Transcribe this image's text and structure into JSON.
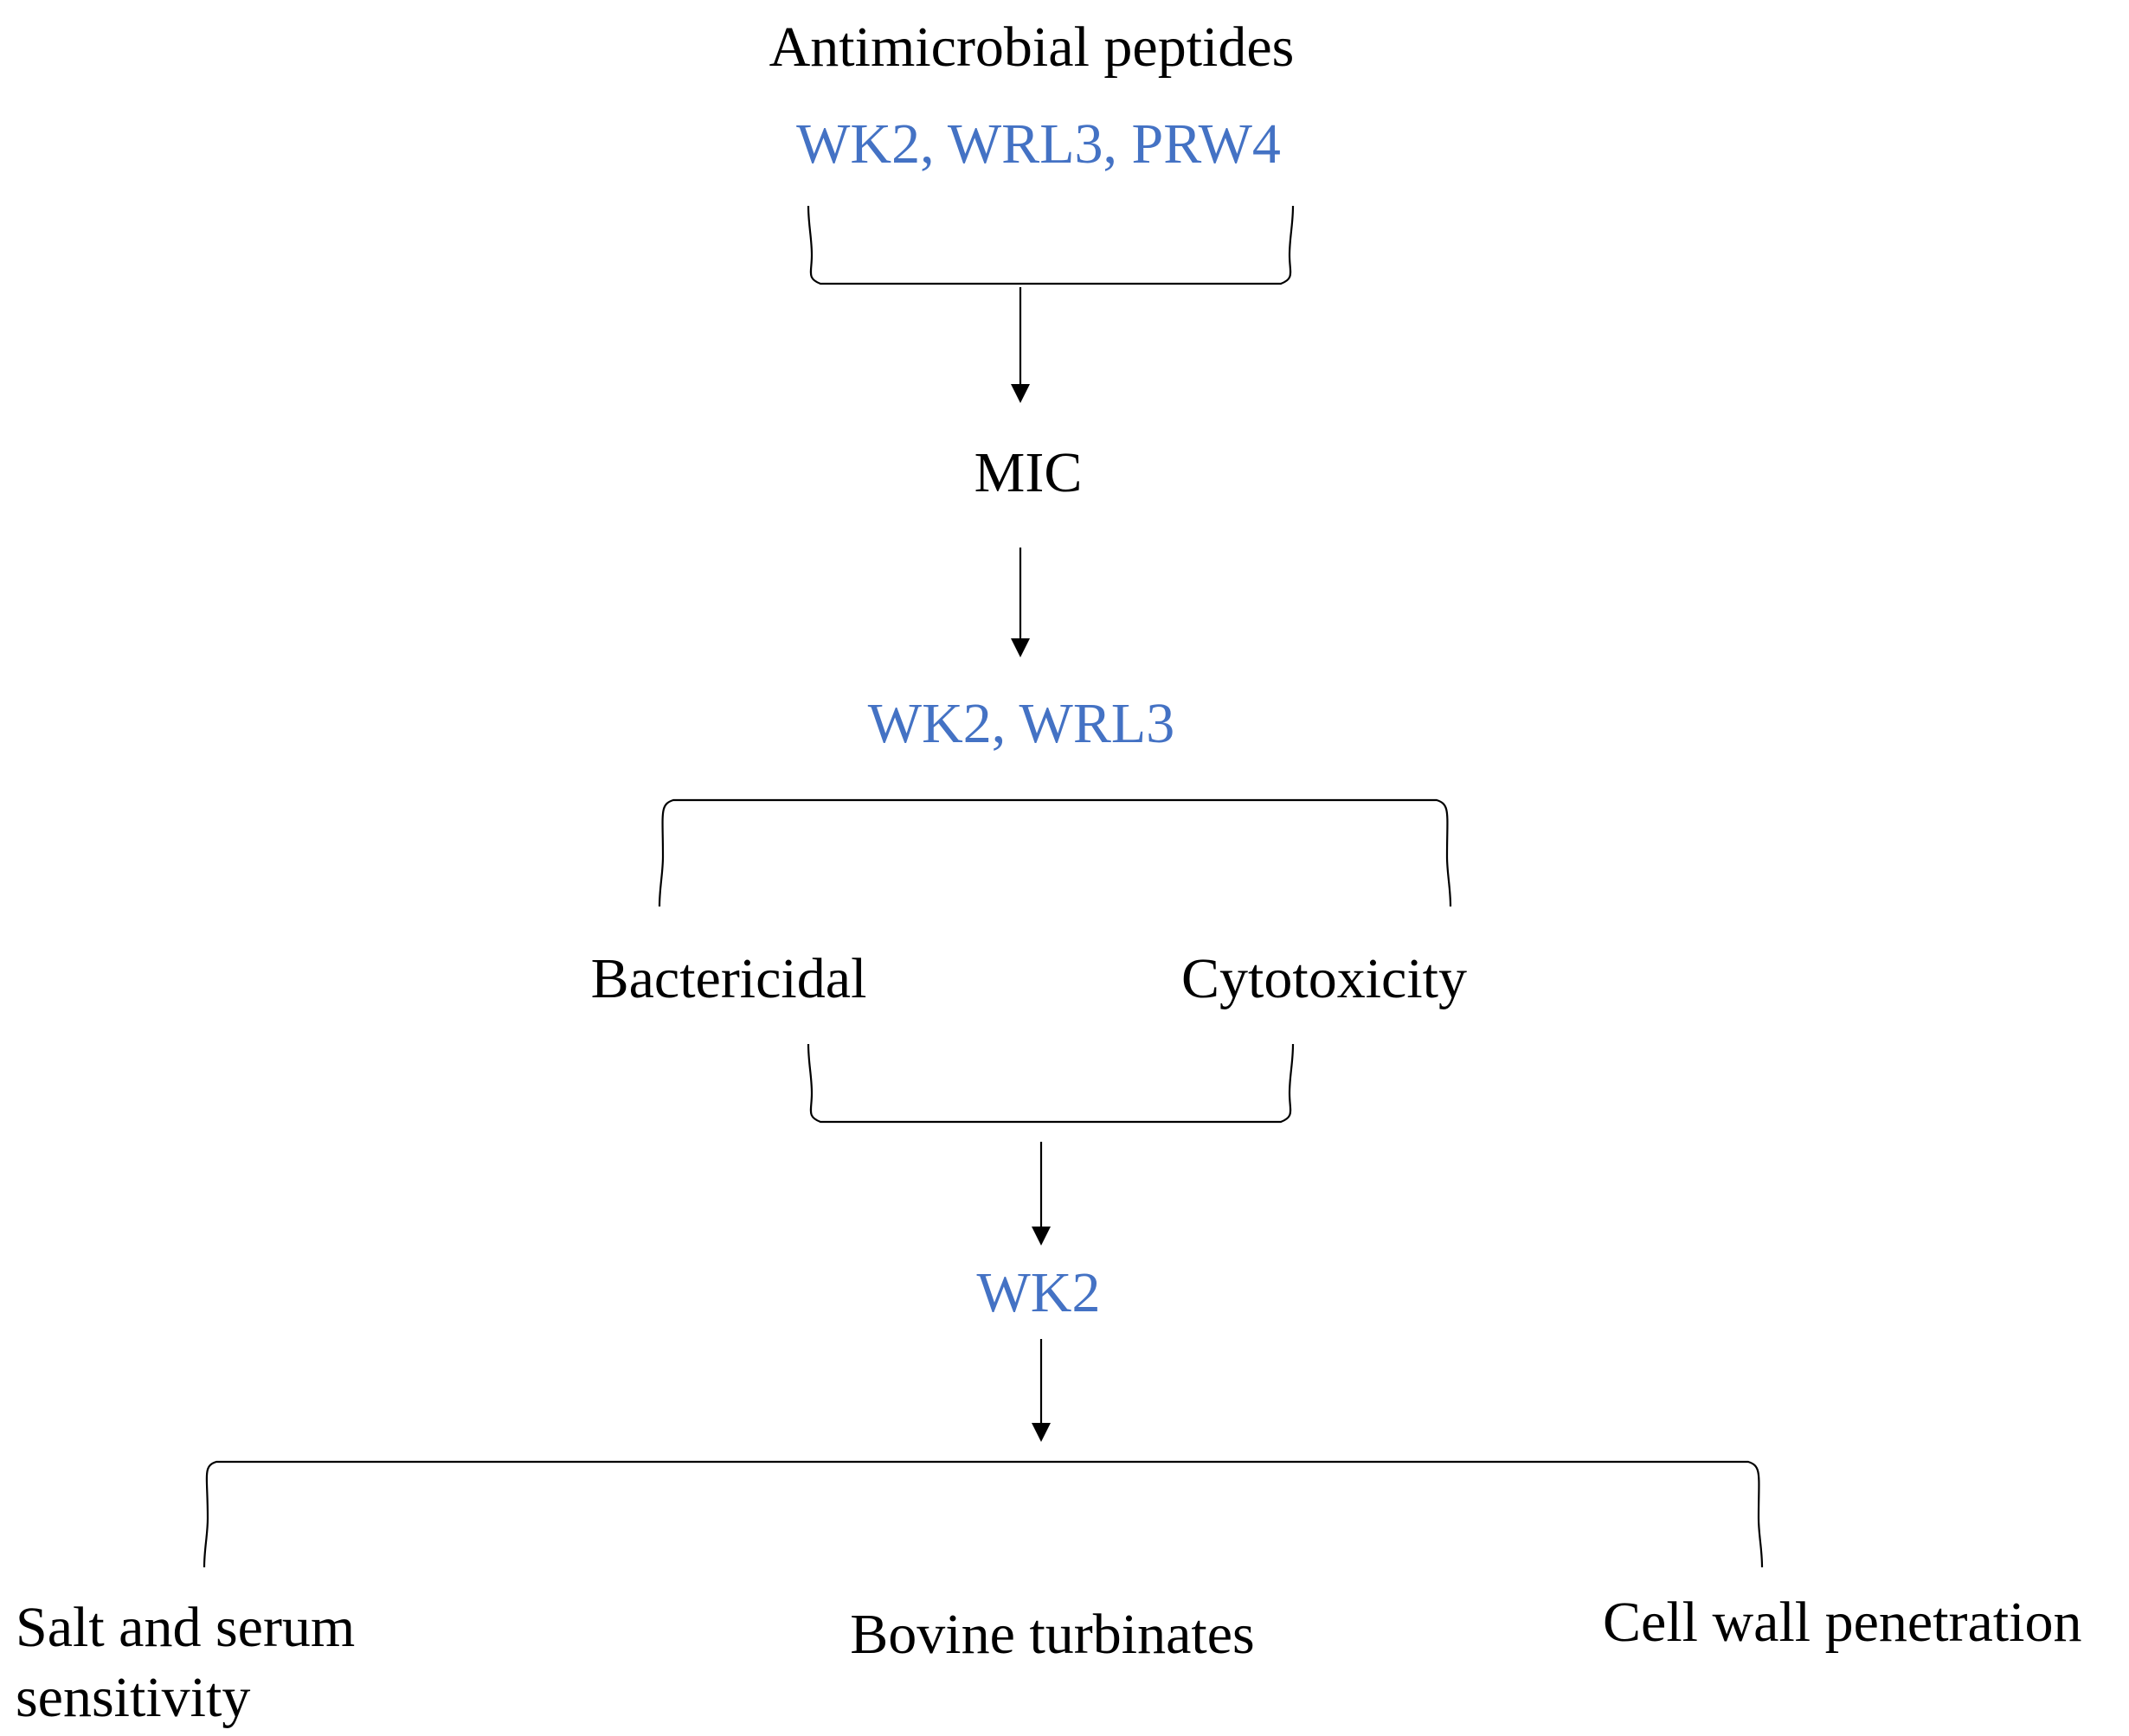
{
  "colors": {
    "text": "#000000",
    "highlight": "#4472c4",
    "lines": "#000000"
  },
  "title": "Antimicrobial peptides",
  "candidates": "WK2, WRL3, PRW4",
  "step_mic": "MIC",
  "selected_1": "WK2, WRL3",
  "branch": {
    "left": "Bactericidal",
    "right": "Cytotoxicity"
  },
  "selected_2": "WK2",
  "outcomes": {
    "left_line1": "Salt and serum",
    "left_line2": "sensitivity",
    "middle": "Bovine turbinates",
    "right": "Cell wall penetration"
  }
}
